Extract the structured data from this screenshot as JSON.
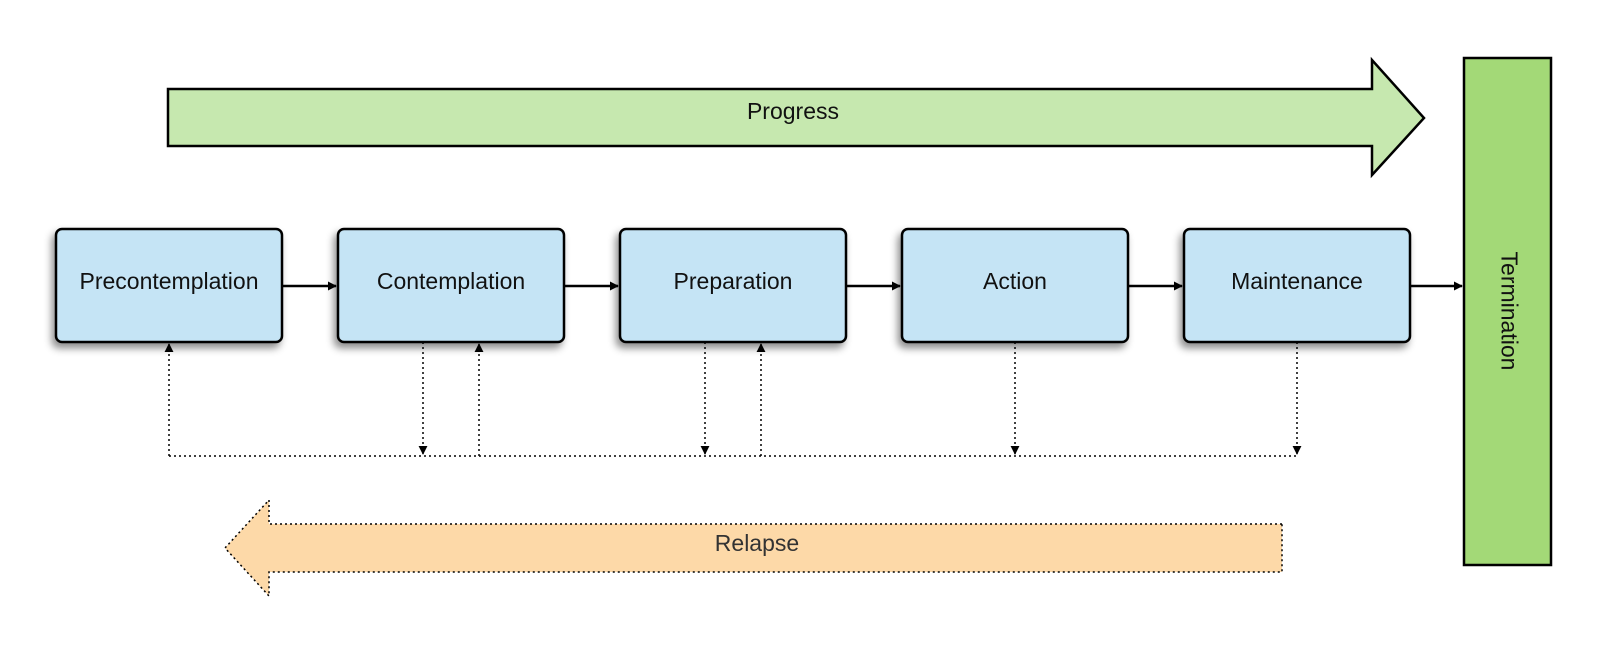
{
  "diagram": {
    "progress_label": "Progress",
    "relapse_label": "Relapse",
    "termination_label": "Termination",
    "stages": [
      {
        "label": "Precontemplation"
      },
      {
        "label": "Contemplation"
      },
      {
        "label": "Preparation"
      },
      {
        "label": "Action"
      },
      {
        "label": "Maintenance"
      }
    ]
  },
  "colors": {
    "stage_fill": "#c5e4f5",
    "progress_fill": "#c6e8af",
    "termination_fill": "#a3d977",
    "relapse_fill": "#fdd9a8",
    "stroke": "#000000"
  }
}
